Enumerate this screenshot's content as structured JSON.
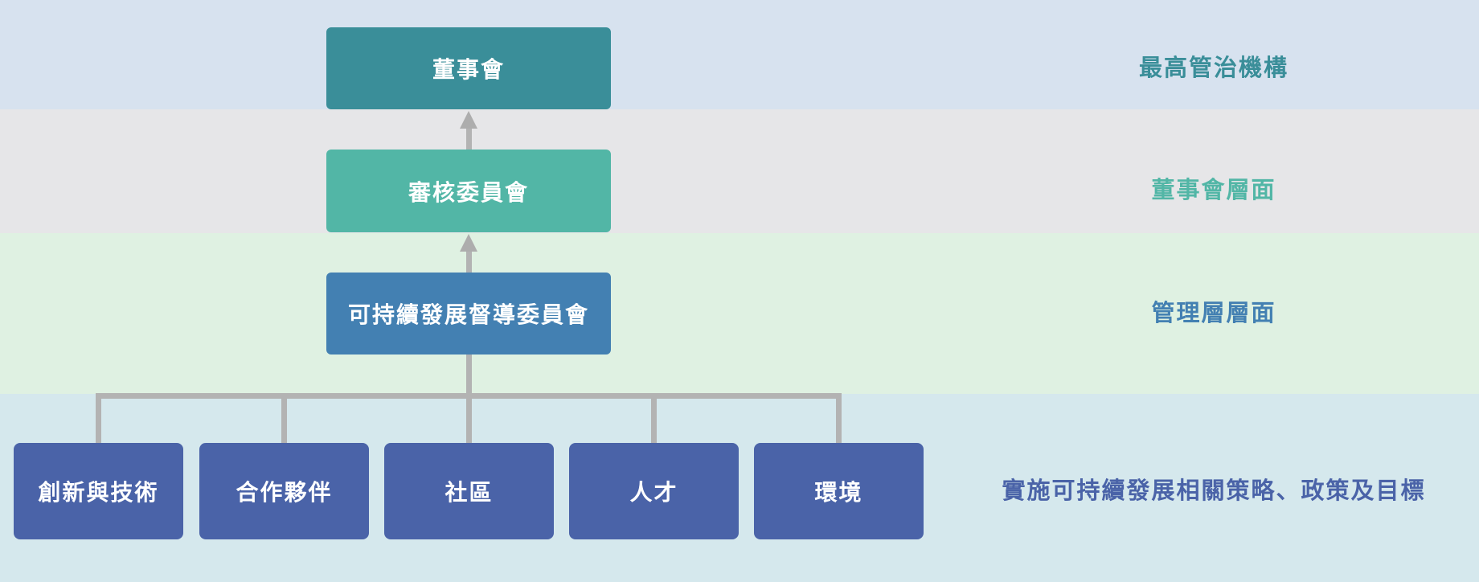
{
  "diagram": {
    "type": "org-governance-structure",
    "connector_color": "#b3b3b3",
    "levels": [
      {
        "id": "top-governance",
        "band_color": "#d7e2ef",
        "box": {
          "label": "董事會",
          "color": "#3a8e99",
          "text_color": "#ffffff"
        },
        "side_label": {
          "text": "最高管治機構",
          "color": "#3a8e99"
        }
      },
      {
        "id": "board-level",
        "band_color": "#e6e6e8",
        "box": {
          "label": "審核委員會",
          "color": "#52b6a6",
          "text_color": "#ffffff"
        },
        "side_label": {
          "text": "董事會層面",
          "color": "#52b6a6"
        }
      },
      {
        "id": "management-level",
        "band_color": "#dff1e2",
        "box": {
          "label": "可持續發展督導委員會",
          "color": "#4380b2",
          "text_color": "#ffffff"
        },
        "side_label": {
          "text": "管理層層面",
          "color": "#4380b2"
        }
      },
      {
        "id": "implementation-level",
        "band_color": "#d5e8ed",
        "boxes": [
          {
            "label": "創新與技術"
          },
          {
            "label": "合作夥伴"
          },
          {
            "label": "社區"
          },
          {
            "label": "人才"
          },
          {
            "label": "環境"
          }
        ],
        "box_color": "#4a63a8",
        "box_text_color": "#ffffff",
        "side_label": {
          "text": "實施可持續發展相關策略、政策及目標",
          "color": "#4a63a8"
        }
      }
    ],
    "connections": [
      {
        "from": "審核委員會",
        "to": "董事會",
        "style": "arrow-up"
      },
      {
        "from": "可持續發展督導委員會",
        "to": "審核委員會",
        "style": "arrow-up"
      },
      {
        "from": "創新與技術 / 合作夥伴 / 社區 / 人才 / 環境",
        "to": "可持續發展督導委員會",
        "style": "tree-line"
      }
    ]
  }
}
